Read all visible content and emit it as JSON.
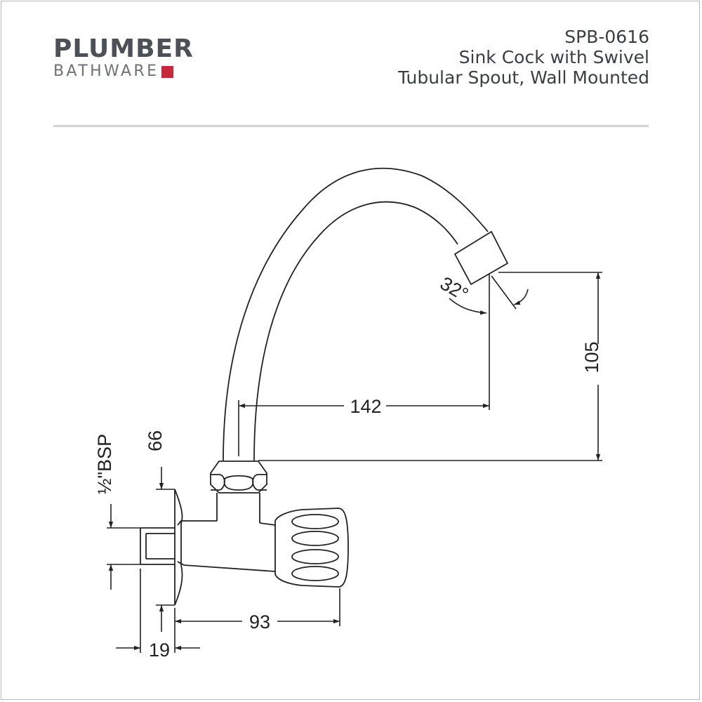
{
  "brand": {
    "name": "PLUMBER",
    "tagline": "BATHWARE",
    "accent_color": "#c8283c",
    "text_color": "#4b5157"
  },
  "product": {
    "code": "SPB-0616",
    "name_line1": "Sink Cock with Swivel",
    "name_line2": "Tubular Spout, Wall Mounted"
  },
  "dimensions": {
    "spout_reach": "142",
    "spout_height": "105",
    "body_depth": "93",
    "flange_offset": "19",
    "center_height": "66",
    "thread": "½\"BSP",
    "swivel_angle": "32°"
  },
  "colors": {
    "line": "#222222",
    "rule": "#d4d4d4",
    "border": "#b8b8b8"
  }
}
